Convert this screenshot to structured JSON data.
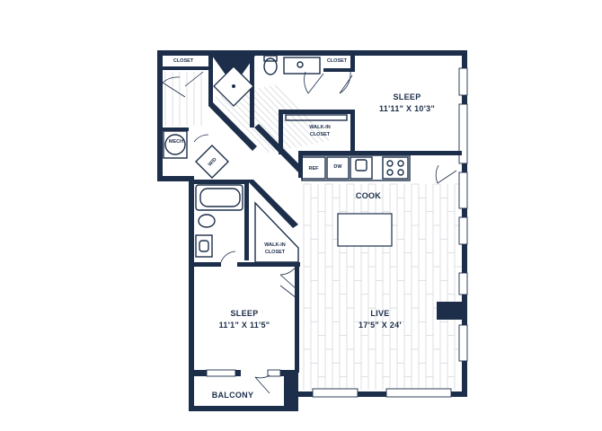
{
  "rooms": {
    "sleep_1": {
      "name": "SLEEP",
      "dims": "11'11\" X 10'3\""
    },
    "sleep_2": {
      "name": "SLEEP",
      "dims": "11'1\" X 11'5\""
    },
    "live": {
      "name": "LIVE",
      "dims": "17'5\" X 24'"
    },
    "cook": {
      "name": "COOK"
    },
    "balcony": {
      "name": "BALCONY"
    },
    "walk_in_closet_1": {
      "line1": "WALK-IN",
      "line2": "CLOSET"
    },
    "walk_in_closet_2": {
      "line1": "WALK-IN",
      "line2": "CLOSET"
    },
    "closet_1": {
      "name": "CLOSET"
    },
    "closet_2": {
      "name": "CLOSET"
    },
    "mech": {
      "name": "MECH"
    },
    "wd": {
      "name": "W/D"
    }
  },
  "appliances": {
    "ref": "REF",
    "dw": "DW"
  },
  "colors": {
    "wall": "#1c2e4a",
    "floor_lines": "#d4d7dc",
    "background": "#ffffff"
  }
}
